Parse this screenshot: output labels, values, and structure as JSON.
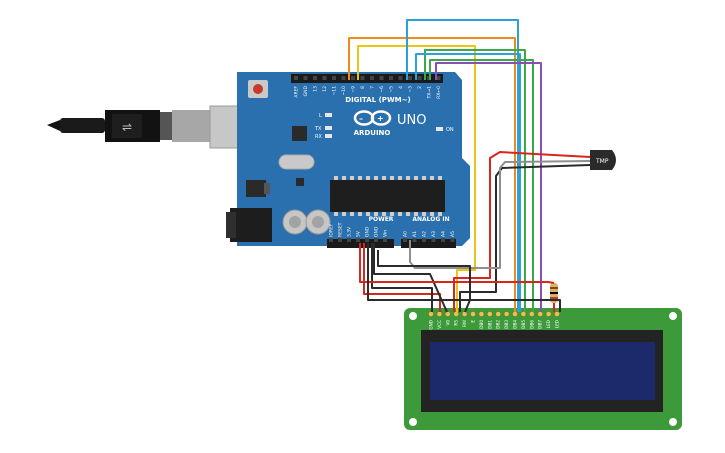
{
  "board": {
    "brand": "ARDUINO",
    "model": "UNO",
    "digital_label": "DIGITAL (PWM~)",
    "power_label": "POWER",
    "analog_label": "ANALOG IN",
    "on_label": "ON",
    "led_l": "L",
    "led_tx": "TX",
    "led_rx": "RX",
    "digital_pins": [
      "AREF",
      "GND",
      "13",
      "12",
      "~11",
      "~10",
      "~9",
      "8",
      "7",
      "~6",
      "~5",
      "4",
      "~3",
      "2",
      "TX→1",
      "RX←0"
    ],
    "power_pins": [
      "IOREF",
      "RESET",
      "3.3V",
      "5V",
      "GND",
      "GND",
      "Vin"
    ],
    "analog_pins": [
      "A0",
      "A1",
      "A2",
      "A3",
      "A4",
      "A5"
    ]
  },
  "sensor": {
    "label": "TMP"
  },
  "lcd": {
    "pins": [
      "GND",
      "VCC",
      "V0",
      "RS",
      "RW",
      "E",
      "DB0",
      "DB1",
      "DB2",
      "DB3",
      "DB4",
      "DB5",
      "DB6",
      "DB7",
      "LED",
      "LED"
    ]
  },
  "colors": {
    "board": "#2a6fae",
    "board_dark": "#1f5a92",
    "lcd_pcb": "#3d9a3a",
    "lcd_screen": "#1c2a6b",
    "wire_red": "#d7261e",
    "wire_black": "#2b2b2b",
    "wire_orange": "#ef8a1c",
    "wire_yellow": "#e7c615",
    "wire_blue": "#2aa2d5",
    "wire_green": "#3ca84a",
    "wire_purple": "#8a4fb4",
    "wire_grey": "#8f8f8f"
  }
}
